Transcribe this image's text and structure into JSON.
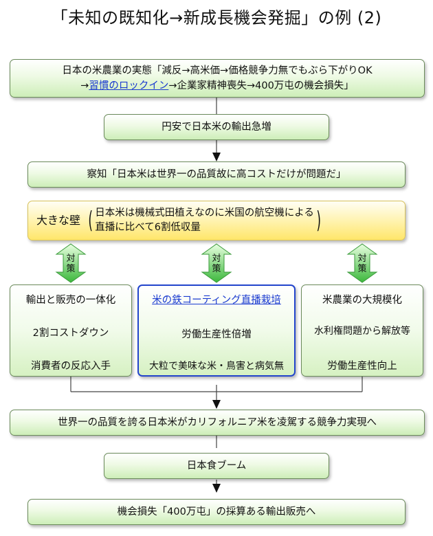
{
  "title": "「未知の既知化→新成長機会発掘」の例 (2)",
  "box1": {
    "line1": "日本の米農業の実態「減反→高米価→価格競争力無でもぶら下がりOK",
    "line2_pre": "→",
    "line2_link": "習慣のロックイン",
    "line2_post": "→企業家精神喪失→400万屯の機会損失」"
  },
  "box2": "円安で日本米の輸出急増",
  "box3": "察知「日本米は世界一の品質故に高コストだけが問題だ」",
  "wall": {
    "label": "大きな壁",
    "line1": "日本米は機械式田植えなのに米国の航空機による",
    "line2": "直播に比べて6割低収量"
  },
  "countermeasure": "対策",
  "columns": [
    {
      "title": "輸出と販売の一体化",
      "item1": "2割コストダウン",
      "item2": "消費者の反応入手"
    },
    {
      "title": "米の鉄コーティング直播栽培",
      "item1": "労働生産性倍増",
      "item2": "大粒で美味な米・鳥害と病気無"
    },
    {
      "title": "米農業の大規模化",
      "item1": "水利権問題から解放等",
      "item2": "労働生産性向上"
    }
  ],
  "box5": "世界一の品質を誇る日本米がカリフォルニア米を凌駕する競争力実現へ",
  "box6": "日本食ブーム",
  "box7": "機会損失「400万屯」の採算ある輸出販売へ",
  "colors": {
    "green_fill": "#cdeeb8",
    "yellow_fill": "#ffe66a",
    "link_blue": "#1a3ad0",
    "arrow_green": "#5cc85c"
  }
}
